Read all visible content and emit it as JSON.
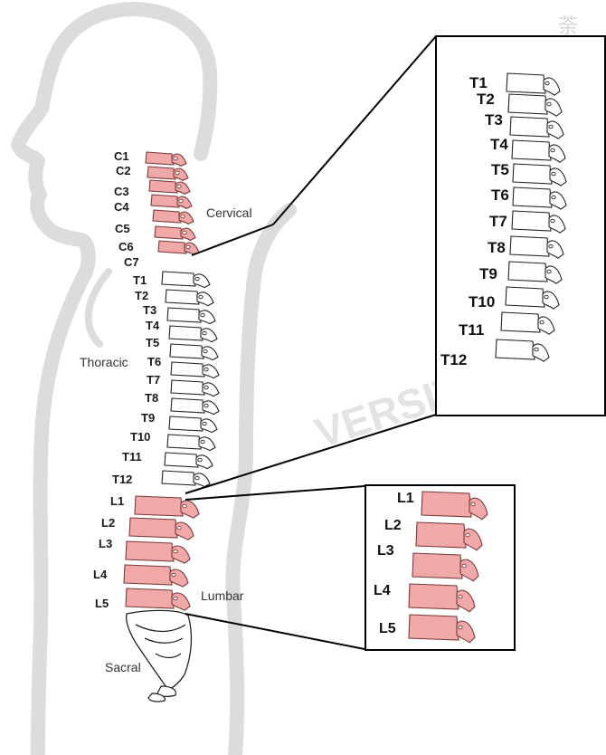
{
  "watermark": {
    "text": "VERSIT",
    "corner_glyph": "荼"
  },
  "colors": {
    "highlight": "#f0a8a8",
    "highlight_stroke": "#7a3a3a",
    "body_outline": "#dddddd",
    "bone_stroke": "#222222",
    "inset_border": "#000000"
  },
  "main": {
    "cervical": [
      "C1",
      "C2",
      "C3",
      "C4",
      "C5",
      "C6",
      "C7"
    ],
    "thoracic": [
      "T1",
      "T2",
      "T3",
      "T4",
      "T5",
      "T6",
      "T7",
      "T8",
      "T9",
      "T10",
      "T11",
      "T12"
    ],
    "lumbar": [
      "L1",
      "L2",
      "L3",
      "L4",
      "L5"
    ]
  },
  "regions": {
    "cervical": "Cervical",
    "thoracic": "Thoracic",
    "lumbar": "Lumbar",
    "sacral": "Sacral"
  },
  "thoracic_inset": {
    "labels": [
      "T1",
      "T2",
      "T3",
      "T4",
      "T5",
      "T6",
      "T7",
      "T8",
      "T9",
      "T10",
      "T11",
      "T12"
    ]
  },
  "lumbar_inset": {
    "labels": [
      "L1",
      "L2",
      "L3",
      "L4",
      "L5"
    ]
  }
}
